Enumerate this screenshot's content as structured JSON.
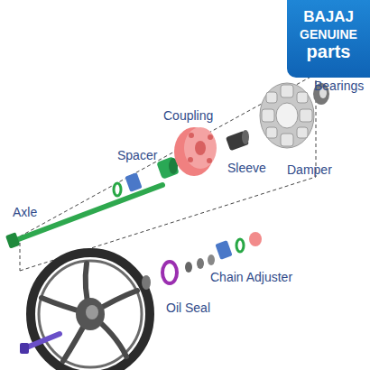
{
  "diagram": {
    "nodes": [
      {
        "text": [
          "BAJAJ",
          "GENUINE",
          "parts"
        ]
      }
    ],
    "labels": [
      "Bearings",
      "Coupling",
      "Spacer",
      "Sleeve",
      "Damper",
      "Axle",
      "Chain Adjuster",
      "Oil Seal"
    ]
  }
}
